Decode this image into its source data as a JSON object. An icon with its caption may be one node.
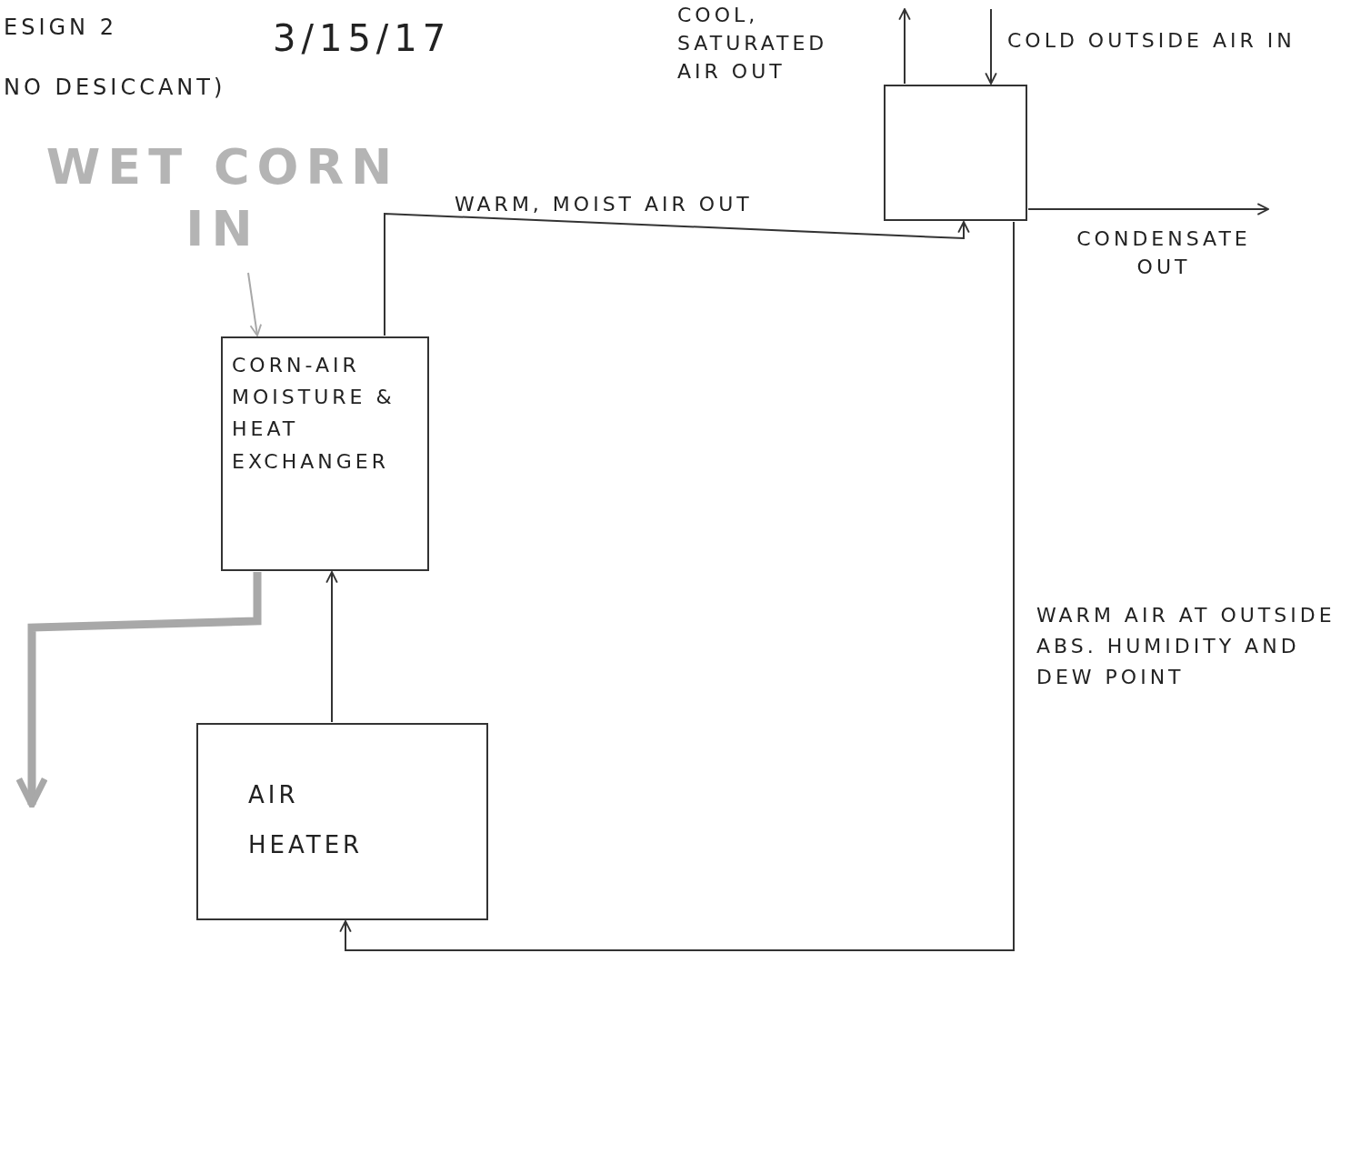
{
  "diagram": {
    "nodes": [
      {
        "text": [
          "CORN-AIR MOISTURE & HEAT EXCHANGER"
        ]
      },
      {
        "text": [
          "AIR HEATER"
        ]
      },
      {
        "text": [],
        "shape": "box"
      },
      {
        "text": [
          "WET CORN IN"
        ]
      }
    ],
    "edges": [
      {
        "from": 3,
        "to": 0,
        "arrow": "to",
        "color": "#a8a8a8"
      },
      {
        "from": 0,
        "to": null,
        "arrow": "to",
        "style": "thick",
        "color": "#a8a8a8"
      },
      {
        "from": 1,
        "to": 0,
        "arrow": "to"
      },
      {
        "from": 0,
        "to": 2,
        "arrow": "to",
        "label": "WARM, MOIST AIR OUT"
      },
      {
        "from": 2,
        "to": 1,
        "arrow": "to",
        "label": "WARM AIR AT OUTSIDE ABS. HUMIDITY AND DEW POINT"
      },
      {
        "from": 2,
        "to": null,
        "arrow": "to",
        "label": "COOL, SATURATED AIR OUT"
      },
      {
        "from": null,
        "to": 2,
        "arrow": "to",
        "label": "COLD OUTSIDE AIR IN"
      },
      {
        "from": 2,
        "to": null,
        "arrow": "to",
        "label": "CONDENSATE OUT"
      }
    ],
    "labels": [
      "ESIGN 2",
      "3/15/17",
      "NO DESICCANT)"
    ]
  }
}
